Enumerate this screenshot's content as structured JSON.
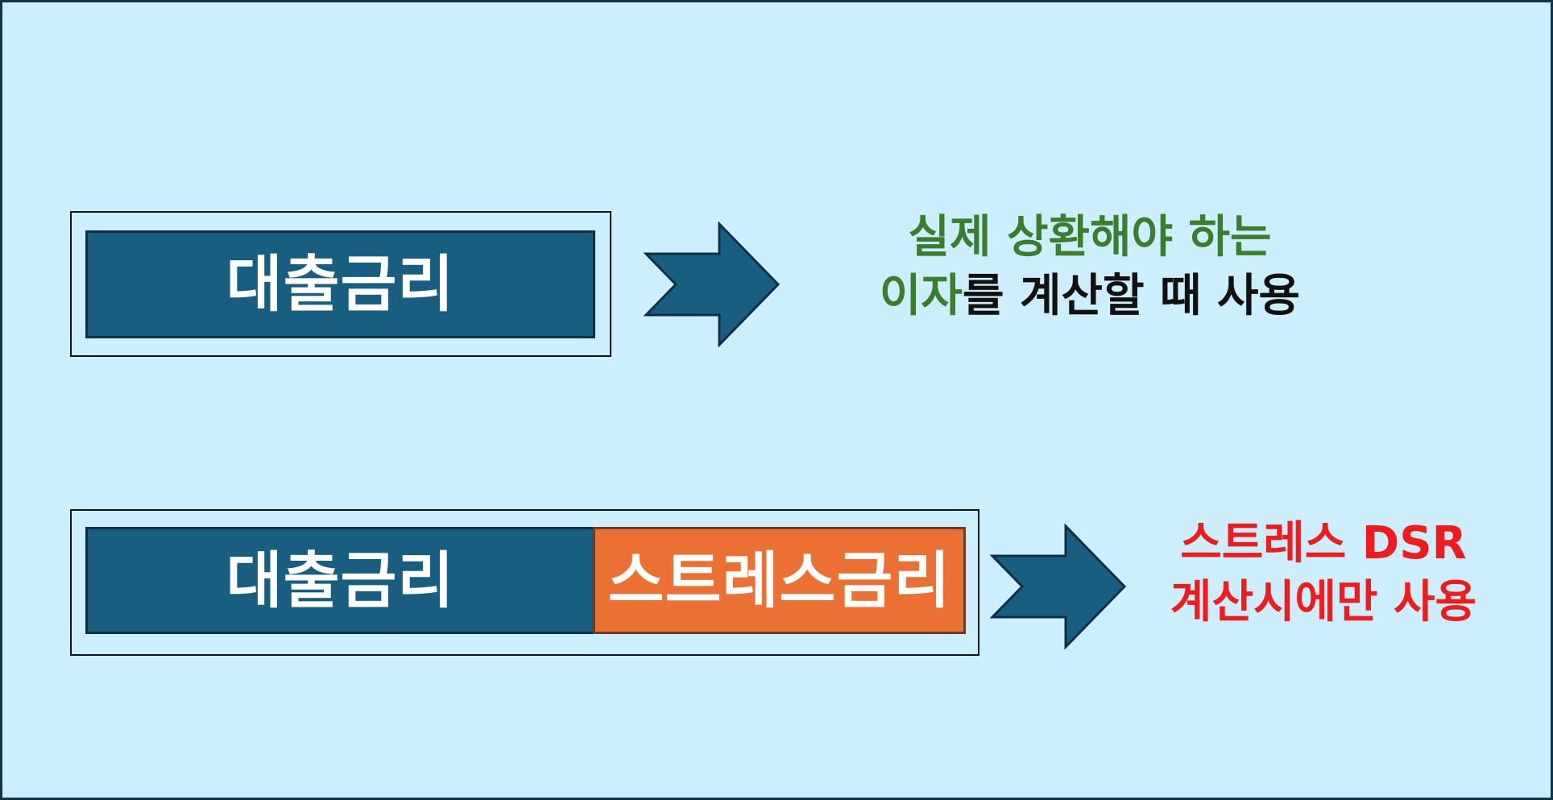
{
  "colors": {
    "background": "#cdeefd",
    "frame": "#14304a",
    "bar_blue": "#175e80",
    "bar_orange": "#ea7133",
    "text_green": "#3a7d2c",
    "text_black": "#111111",
    "text_red": "#ee1c1c"
  },
  "row1": {
    "bar_label": "대출금리",
    "caption_line1": "실제 상환해야 하는",
    "caption_line2_green": "이자",
    "caption_line2_black": "를 계산할 때 사용"
  },
  "row2": {
    "bar_label": "대출금리",
    "stress_label": "스트레스금리",
    "caption_line1": "스트레스 DSR",
    "caption_line2": "계산시에만 사용"
  },
  "icons": [
    "arrow-right-icon",
    "arrow-right-icon"
  ]
}
